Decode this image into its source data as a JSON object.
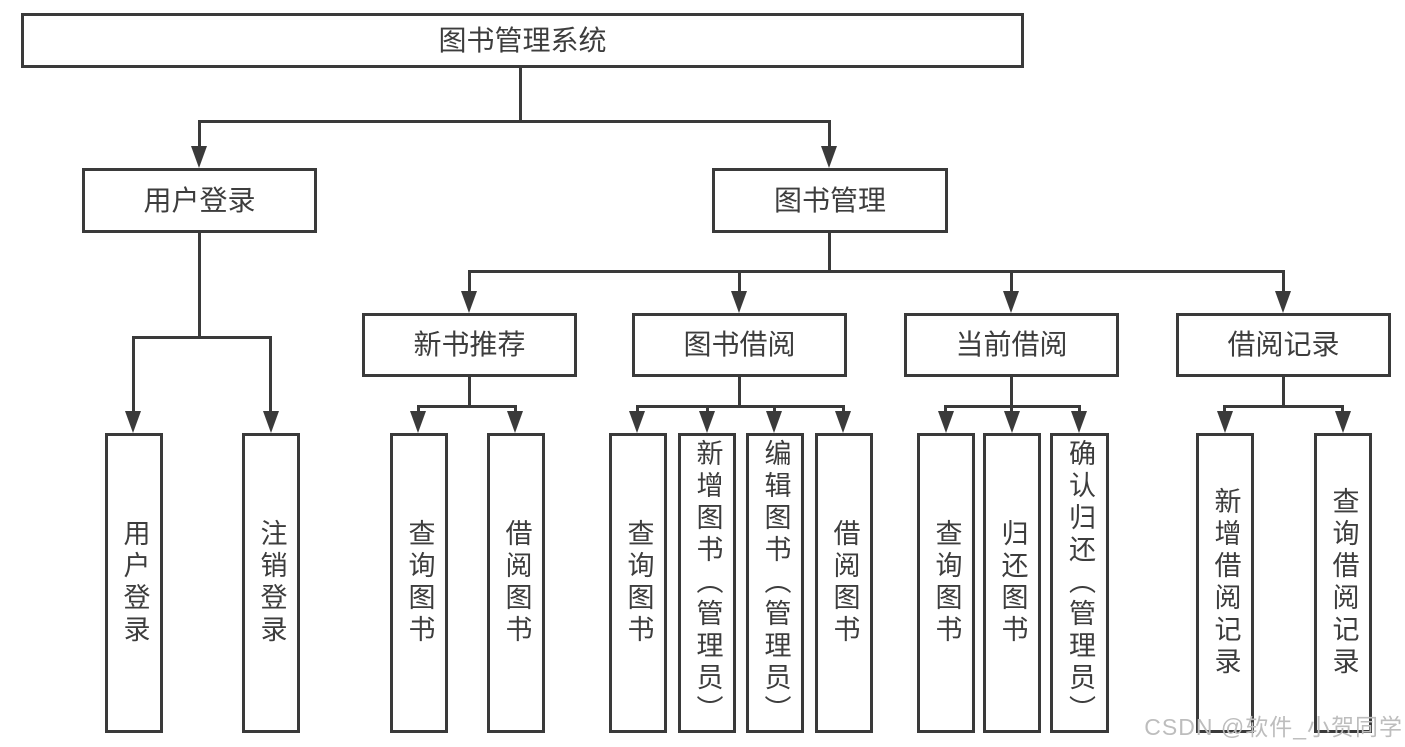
{
  "colors": {
    "line": "#3a3a3a",
    "text": "#3d3d3d",
    "watermark": "#bdbdbd",
    "background": "#ffffff"
  },
  "watermark": {
    "text": "CSDN @软件_小贺同学"
  },
  "tree": {
    "label": "图书管理系统",
    "children": [
      {
        "label": "用户登录",
        "children": [
          {
            "label": "用户登录"
          },
          {
            "label": "注销登录"
          }
        ]
      },
      {
        "label": "图书管理",
        "children": [
          {
            "label": "新书推荐",
            "children": [
              {
                "label": "查询图书"
              },
              {
                "label": "借阅图书"
              }
            ]
          },
          {
            "label": "图书借阅",
            "children": [
              {
                "label": "查询图书"
              },
              {
                "label": "新增图书（管理员）"
              },
              {
                "label": "编辑图书（管理员）"
              },
              {
                "label": "借阅图书"
              }
            ]
          },
          {
            "label": "当前借阅",
            "children": [
              {
                "label": "查询图书"
              },
              {
                "label": "归还图书"
              },
              {
                "label": "确认归还（管理员）"
              }
            ]
          },
          {
            "label": "借阅记录",
            "children": [
              {
                "label": "新增借阅记录"
              },
              {
                "label": "查询借阅记录"
              }
            ]
          }
        ]
      }
    ]
  }
}
